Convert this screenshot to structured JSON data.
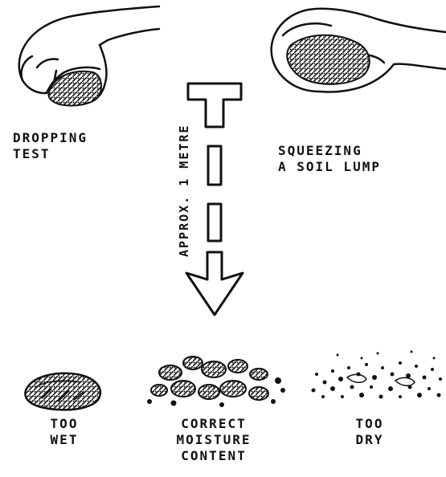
{
  "labels": {
    "dropping_test": [
      "DROPPING",
      "TEST"
    ],
    "squeezing": [
      "SQUEEZING",
      "A SOIL LUMP"
    ],
    "height_note": "APPROX. 1 METRE",
    "too_wet": [
      "TOO",
      "WET"
    ],
    "correct": [
      "CORRECT",
      "MOISTURE",
      "CONTENT"
    ],
    "too_dry": [
      "TOO",
      "DRY"
    ]
  },
  "colors": {
    "ink": "#111111",
    "paper": "#ffffff"
  }
}
